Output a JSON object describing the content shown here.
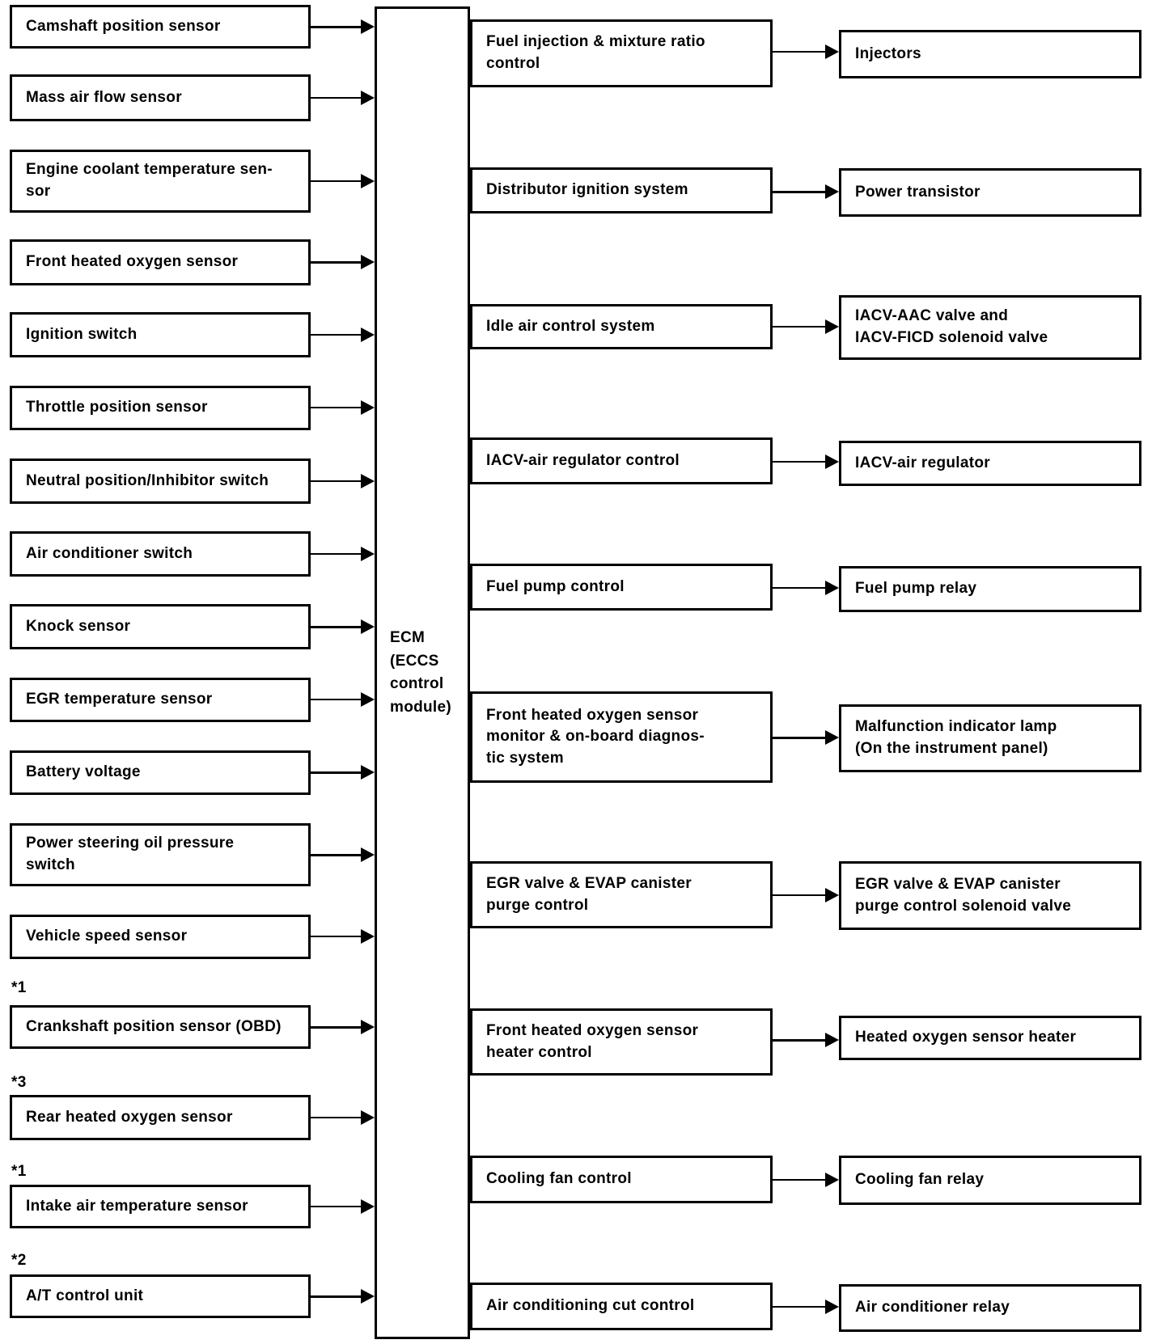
{
  "diagram": {
    "ecm": {
      "label": "ECM\n(ECCS\ncontrol\nmodule)"
    },
    "inputs": [
      {
        "label": "Camshaft position sensor"
      },
      {
        "label": "Mass air flow sensor"
      },
      {
        "label": "Engine coolant temperature sen-\nsor"
      },
      {
        "label": "Front heated oxygen sensor"
      },
      {
        "label": "Ignition switch"
      },
      {
        "label": "Throttle position sensor"
      },
      {
        "label": "Neutral position/Inhibitor switch"
      },
      {
        "label": "Air conditioner switch"
      },
      {
        "label": "Knock sensor"
      },
      {
        "label": "EGR temperature sensor"
      },
      {
        "label": "Battery voltage"
      },
      {
        "label": "Power steering oil pressure\nswitch"
      },
      {
        "label": "Vehicle speed sensor"
      },
      {
        "note": "*1",
        "label": "Crankshaft position sensor (OBD)"
      },
      {
        "note": "*3",
        "label": "Rear heated oxygen sensor"
      },
      {
        "note": "*1",
        "label": "Intake air temperature sensor"
      },
      {
        "note": "*2",
        "label": "A/T control unit"
      }
    ],
    "functions": [
      {
        "control": "Fuel injection & mixture ratio\ncontrol",
        "output": "Injectors"
      },
      {
        "control": "Distributor ignition system",
        "output": "Power transistor"
      },
      {
        "control": "Idle air control system",
        "output": "IACV-AAC valve and\nIACV-FICD solenoid valve"
      },
      {
        "control": "IACV-air regulator control",
        "output": "IACV-air regulator"
      },
      {
        "control": "Fuel pump control",
        "output": "Fuel pump relay"
      },
      {
        "control": "Front heated oxygen sensor\nmonitor & on-board diagnos-\ntic system",
        "output": "Malfunction indicator lamp\n(On the instrument panel)"
      },
      {
        "control": "EGR valve & EVAP canister\npurge control",
        "output": "EGR valve & EVAP canister\npurge control solenoid valve"
      },
      {
        "control": "Front heated oxygen sensor\nheater control",
        "output": "Heated oxygen sensor heater"
      },
      {
        "control": "Cooling fan control",
        "output": "Cooling fan relay"
      },
      {
        "control": "Air conditioning cut control",
        "output": "Air conditioner relay"
      }
    ]
  }
}
